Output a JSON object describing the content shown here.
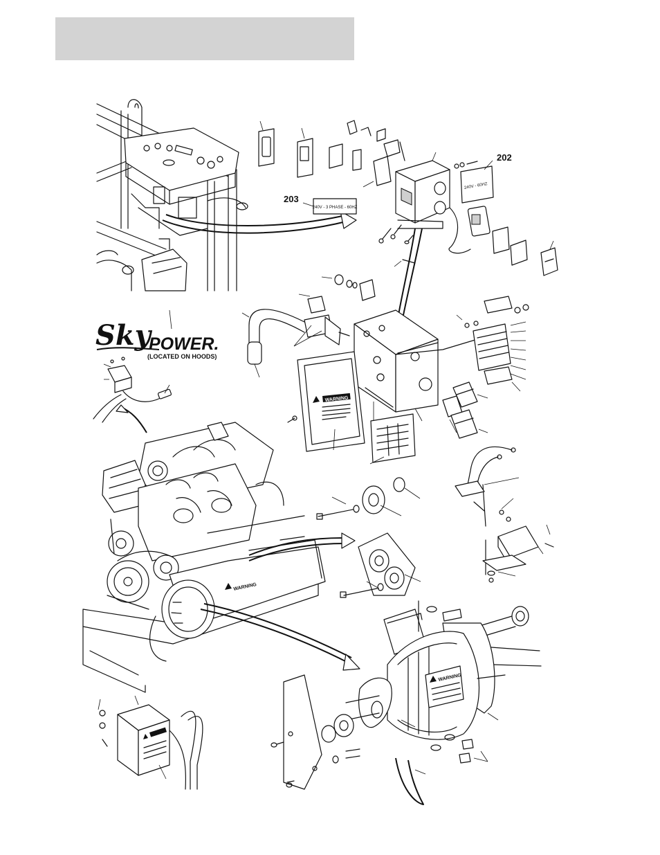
{
  "callouts": {
    "c202": "202",
    "c203": "203"
  },
  "labels": {
    "decal_203": "240V - 3 PHASE - 60HZ",
    "decal_202": "240V - 60HZ",
    "warning": "WARNING"
  },
  "brand": {
    "sky": "Sky",
    "power": "POWER.",
    "note": "(LOCATED ON HOODS)"
  }
}
